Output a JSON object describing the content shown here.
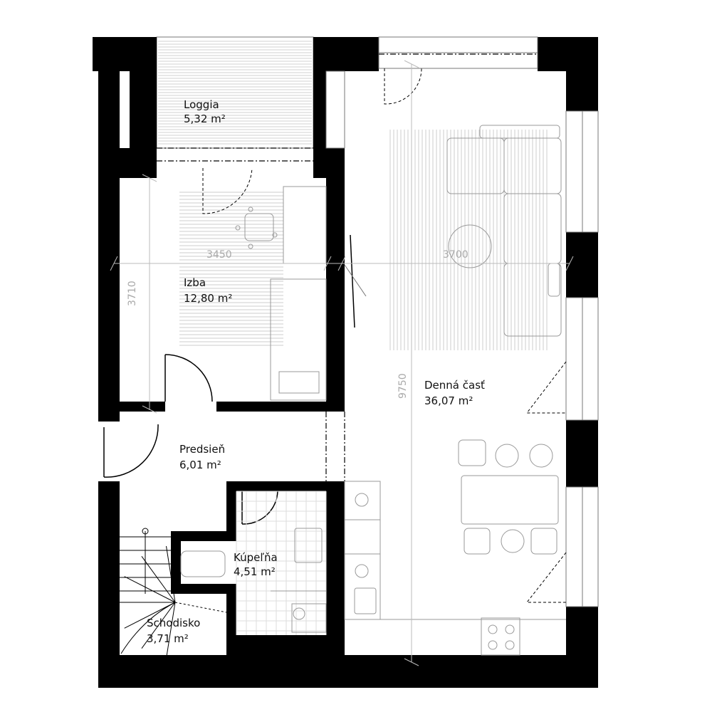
{
  "rooms": {
    "loggia": {
      "name": "Loggia",
      "area": "5,32 m²"
    },
    "izba": {
      "name": "Izba",
      "area": "12,80 m²"
    },
    "denna": {
      "name": "Denná časť",
      "area": "36,07 m²"
    },
    "predsien": {
      "name": "Predsieň",
      "area": "6,01 m²"
    },
    "kupelna": {
      "name": "Kúpeľňa",
      "area": "4,51 m²"
    },
    "schodisko": {
      "name": "Schodisko",
      "area": "3,71 m²"
    }
  },
  "dimensions": {
    "izba_width": "3450",
    "izba_depth": "3710",
    "denna_width": "3700",
    "denna_length": "9750"
  },
  "colors": {
    "wall": "#000000",
    "furniture": "#999999",
    "dimension": "#aaaaaa"
  }
}
